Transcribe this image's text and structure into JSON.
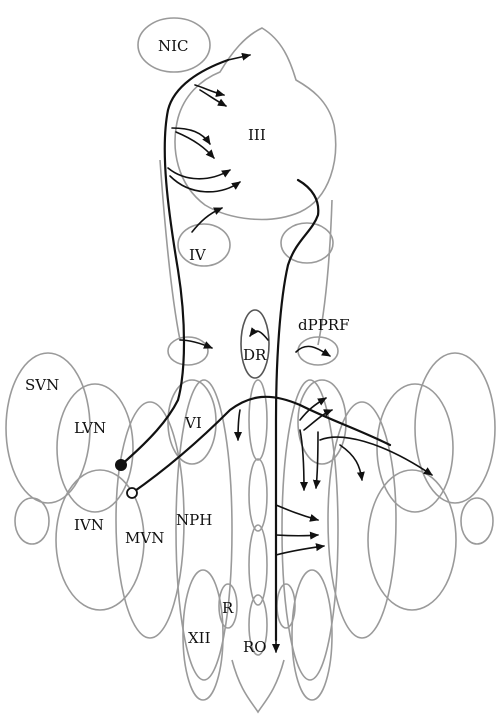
{
  "labels": {
    "nic": "NIC",
    "iii": "III",
    "iv": "IV",
    "dpprf": "dPPRF",
    "dr": "DR",
    "svn": "SVN",
    "lvn": "LVN",
    "vi": "VI",
    "ivn": "IVN",
    "mvn": "MVN",
    "nph": "NPH",
    "r": "R",
    "xii": "XII",
    "ro": "RO"
  }
}
